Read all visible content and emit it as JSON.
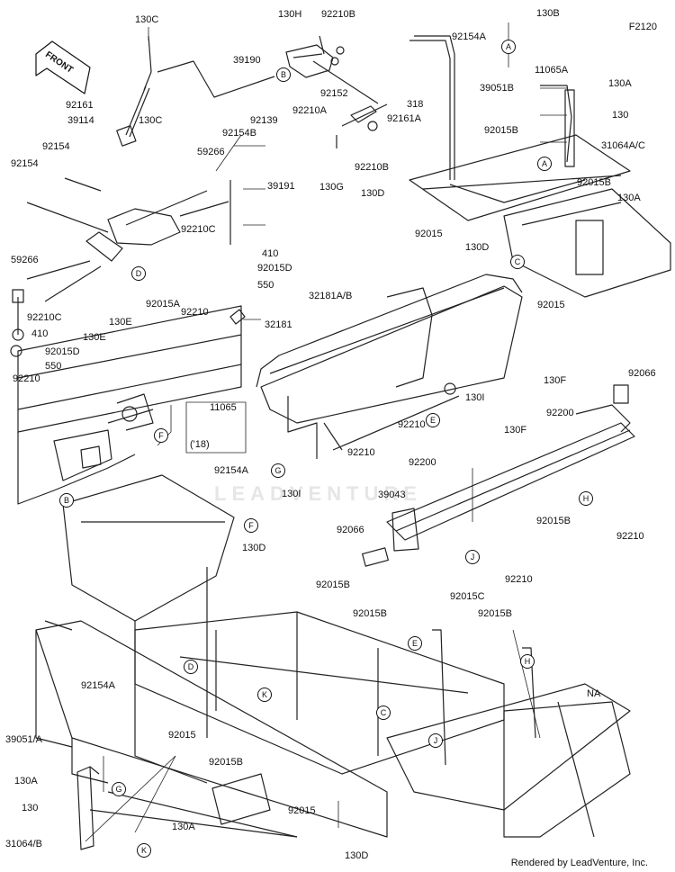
{
  "diagram_code": "F2120",
  "footer": "Rendered by LeadVenture, Inc.",
  "watermark": "LEADVENTURE",
  "front_label": "FRONT",
  "year_note": "('18)",
  "labels": {
    "130C_top": "130C",
    "130H": "130H",
    "92210B_top": "92210B",
    "130B": "130B",
    "39190": "39190",
    "92161_l": "92161",
    "39114": "39114",
    "130C_mid": "130C",
    "92139": "92139",
    "92154B": "92154B",
    "92152": "92152",
    "92210A": "92210A",
    "318": "318",
    "92161A": "92161A",
    "92210B_mid": "92210B",
    "130G": "130G",
    "92154A_top": "92154A",
    "11065A": "11065A",
    "39051B": "39051B",
    "130A_top": "130A",
    "130": "130",
    "92015B_a": "92015B",
    "31064AC": "31064A/C",
    "92015B_b": "92015B",
    "130A_mid": "130A",
    "130D_top": "130D",
    "92015_top": "92015",
    "92154_1": "92154",
    "92154_2": "92154",
    "59266_top": "59266",
    "39191": "39191",
    "92210C_top": "92210C",
    "410_top": "410",
    "92015D_top": "92015D",
    "550_top": "550",
    "130D_mid": "130D",
    "92015_mid": "92015",
    "59266_l": "59266",
    "92210C_l": "92210C",
    "410_l": "410",
    "92015D_l": "92015D",
    "550_l": "550",
    "92015A": "92015A",
    "92210_top": "92210",
    "130E_1": "130E",
    "130E_2": "130E",
    "32181": "32181",
    "32181AB": "32181A/B",
    "92210_l": "92210",
    "11065": "11065",
    "130I_r": "130I",
    "130F_1": "130F",
    "92066_r": "92066",
    "92200_1": "92200",
    "92210_m1": "92210",
    "130F_2": "130F",
    "92210_m2": "92210",
    "92200_2": "92200",
    "92154A_mid": "92154A",
    "130I_l": "130I",
    "39043": "39043",
    "92015B_c": "92015B",
    "92210_r": "92210",
    "92066_l": "92066",
    "92210_bot": "92210",
    "130D_bot1": "130D",
    "92015B_d": "92015B",
    "92015C": "92015C",
    "92015B_e": "92015B",
    "92015B_f": "92015B",
    "92154A_bot": "92154A",
    "NA": "NA",
    "39051A": "39051/A",
    "92015_b1": "92015",
    "92015B_g": "92015B",
    "130A_b": "130A",
    "130_b": "130",
    "31064B": "31064/B",
    "92015_b2": "92015",
    "130A_b2": "130A",
    "130D_bot2": "130D"
  },
  "refs": {
    "B1": "B",
    "A1": "A",
    "A2": "A",
    "D1": "D",
    "C1": "C",
    "E1": "E",
    "F1": "F",
    "G1": "G",
    "B2": "B",
    "F2": "F",
    "H1": "H",
    "J1": "J",
    "D2": "D",
    "E2": "E",
    "K1": "K",
    "H2": "H",
    "C2": "C",
    "J2": "J",
    "G2": "G",
    "K2": "K"
  }
}
